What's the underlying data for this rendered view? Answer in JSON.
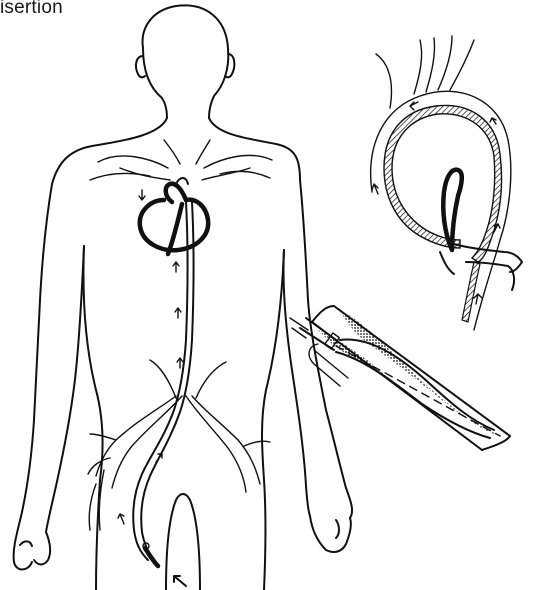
{
  "caption": {
    "text": "isertion"
  },
  "colors": {
    "ink": "#111111",
    "paper": "#ffffff"
  },
  "figure": {
    "parts": [
      "body-outline",
      "heart",
      "catheter",
      "aortic-arch-inset",
      "balloon-inset"
    ],
    "arrow_icon": "arrow-icon"
  }
}
